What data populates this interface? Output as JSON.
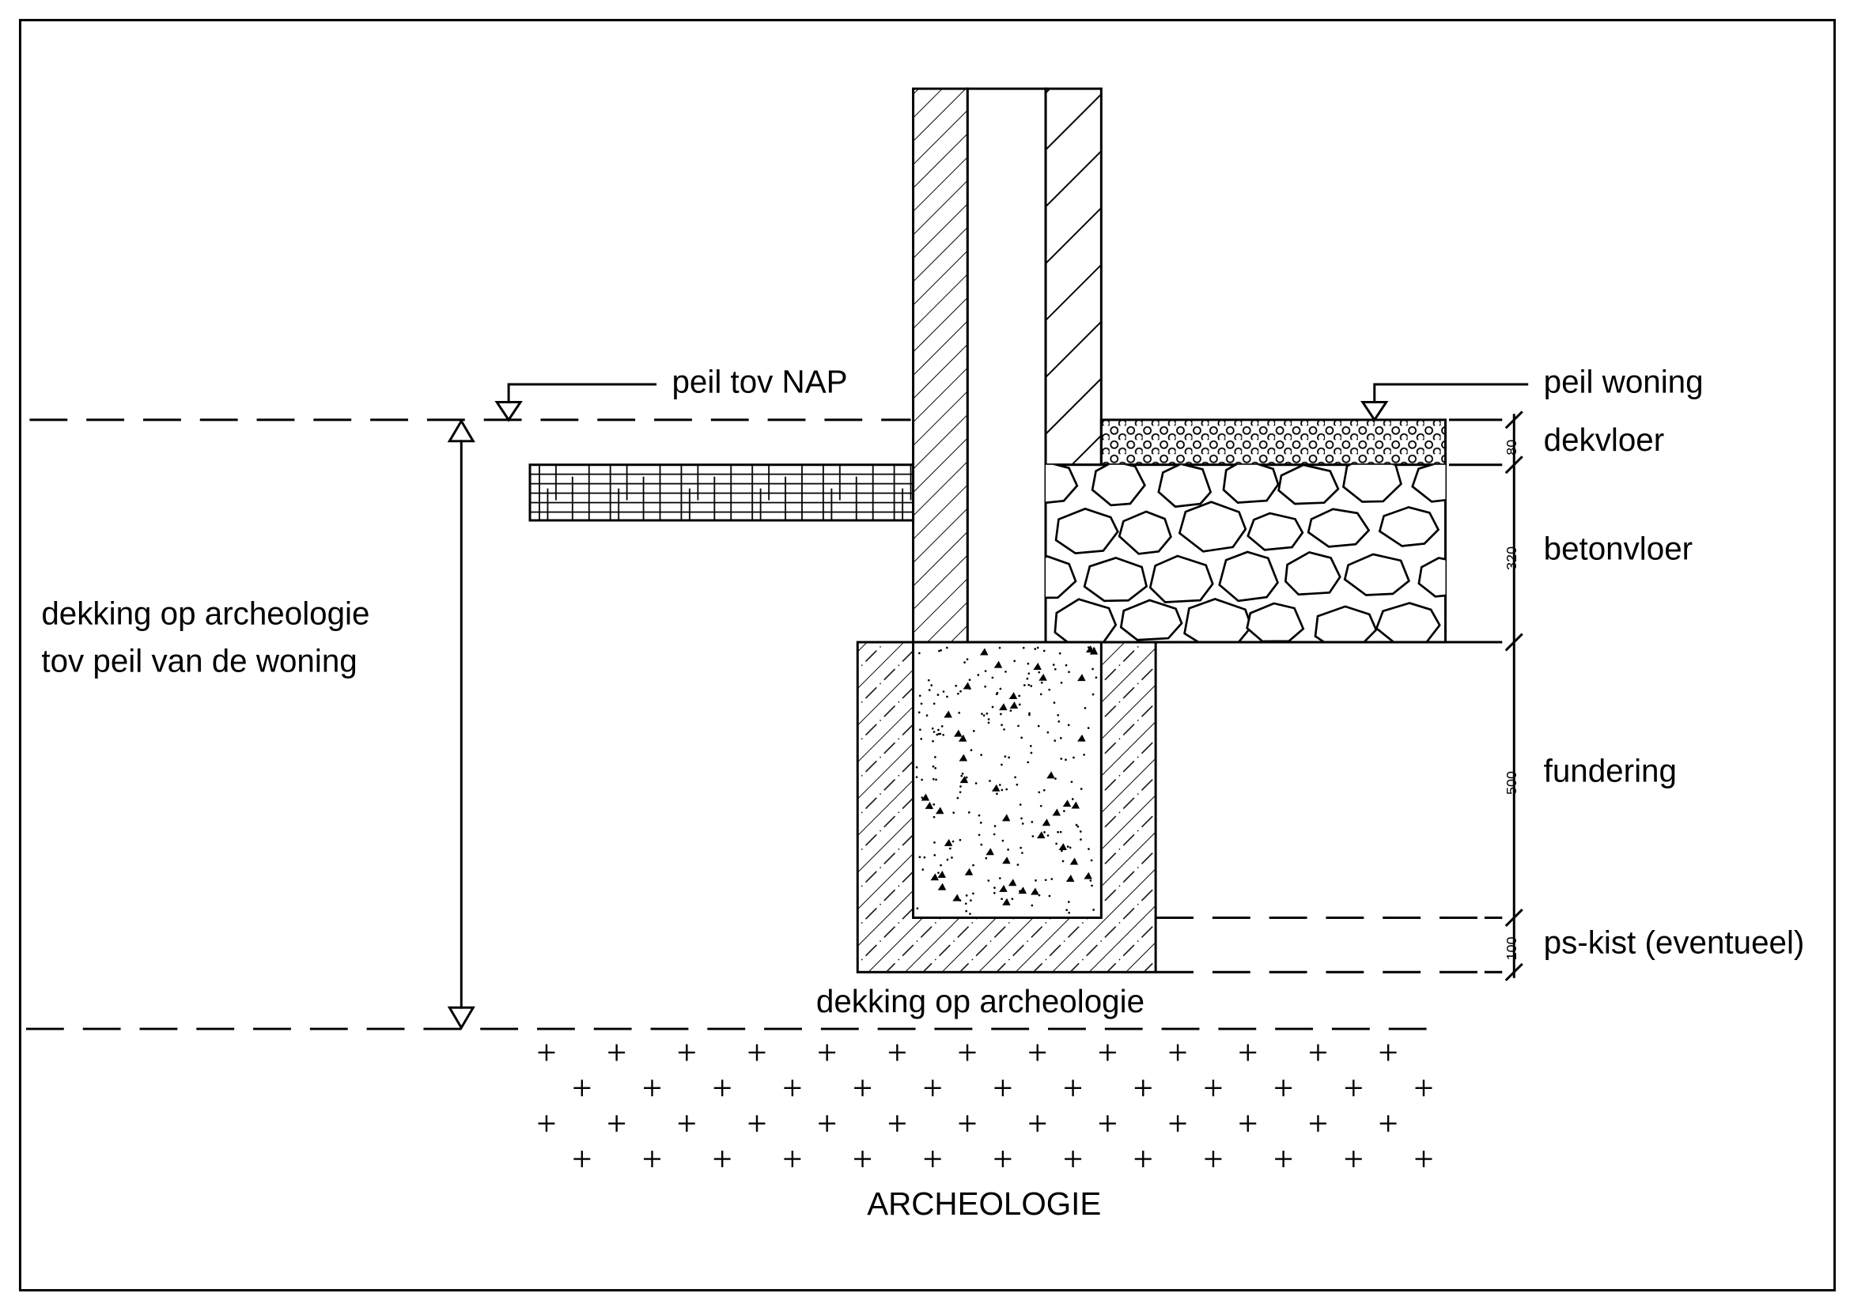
{
  "labels": {
    "peil_nap": "peil tov NAP",
    "peil_woning": "peil woning",
    "dekvloer": "dekvloer",
    "betonvloer": "betonvloer",
    "fundering": "fundering",
    "ps_kist": "ps-kist (eventueel)",
    "dekking_line1": "dekking op archeologie",
    "dekking_line2": "tov peil van de woning",
    "dekking_bottom": "dekking op archeologie",
    "archeologie": "ARCHEOLOGIE"
  },
  "dimensions": {
    "dekvloer": "80",
    "betonvloer": "320",
    "fundering": "500",
    "ps_kist": "100"
  },
  "colors": {
    "line": "#000000",
    "background": "#ffffff"
  }
}
